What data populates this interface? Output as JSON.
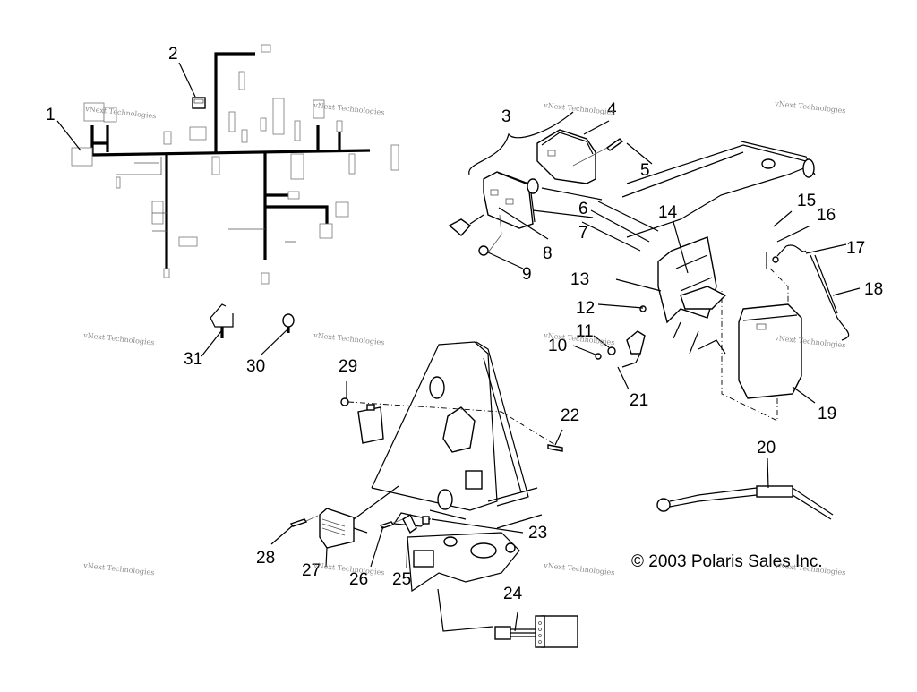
{
  "diagram": {
    "title": "Electrical / Battery / Tail Light Assembly",
    "copyright": "© 2003 Polaris Sales Inc.",
    "watermark": "vNext Technologies",
    "callouts": [
      {
        "id": "1"
      },
      {
        "id": "2"
      },
      {
        "id": "3"
      },
      {
        "id": "4"
      },
      {
        "id": "5"
      },
      {
        "id": "6"
      },
      {
        "id": "7"
      },
      {
        "id": "8"
      },
      {
        "id": "9"
      },
      {
        "id": "10"
      },
      {
        "id": "11"
      },
      {
        "id": "12"
      },
      {
        "id": "13"
      },
      {
        "id": "14"
      },
      {
        "id": "15"
      },
      {
        "id": "16"
      },
      {
        "id": "17"
      },
      {
        "id": "18"
      },
      {
        "id": "19"
      },
      {
        "id": "20"
      },
      {
        "id": "21"
      },
      {
        "id": "22"
      },
      {
        "id": "23"
      },
      {
        "id": "24"
      },
      {
        "id": "25"
      },
      {
        "id": "26"
      },
      {
        "id": "27"
      },
      {
        "id": "28"
      },
      {
        "id": "29"
      },
      {
        "id": "30"
      },
      {
        "id": "31"
      }
    ]
  },
  "colors": {
    "line": "#000000",
    "background": "#ffffff",
    "watermark": "#8a8a8a"
  }
}
